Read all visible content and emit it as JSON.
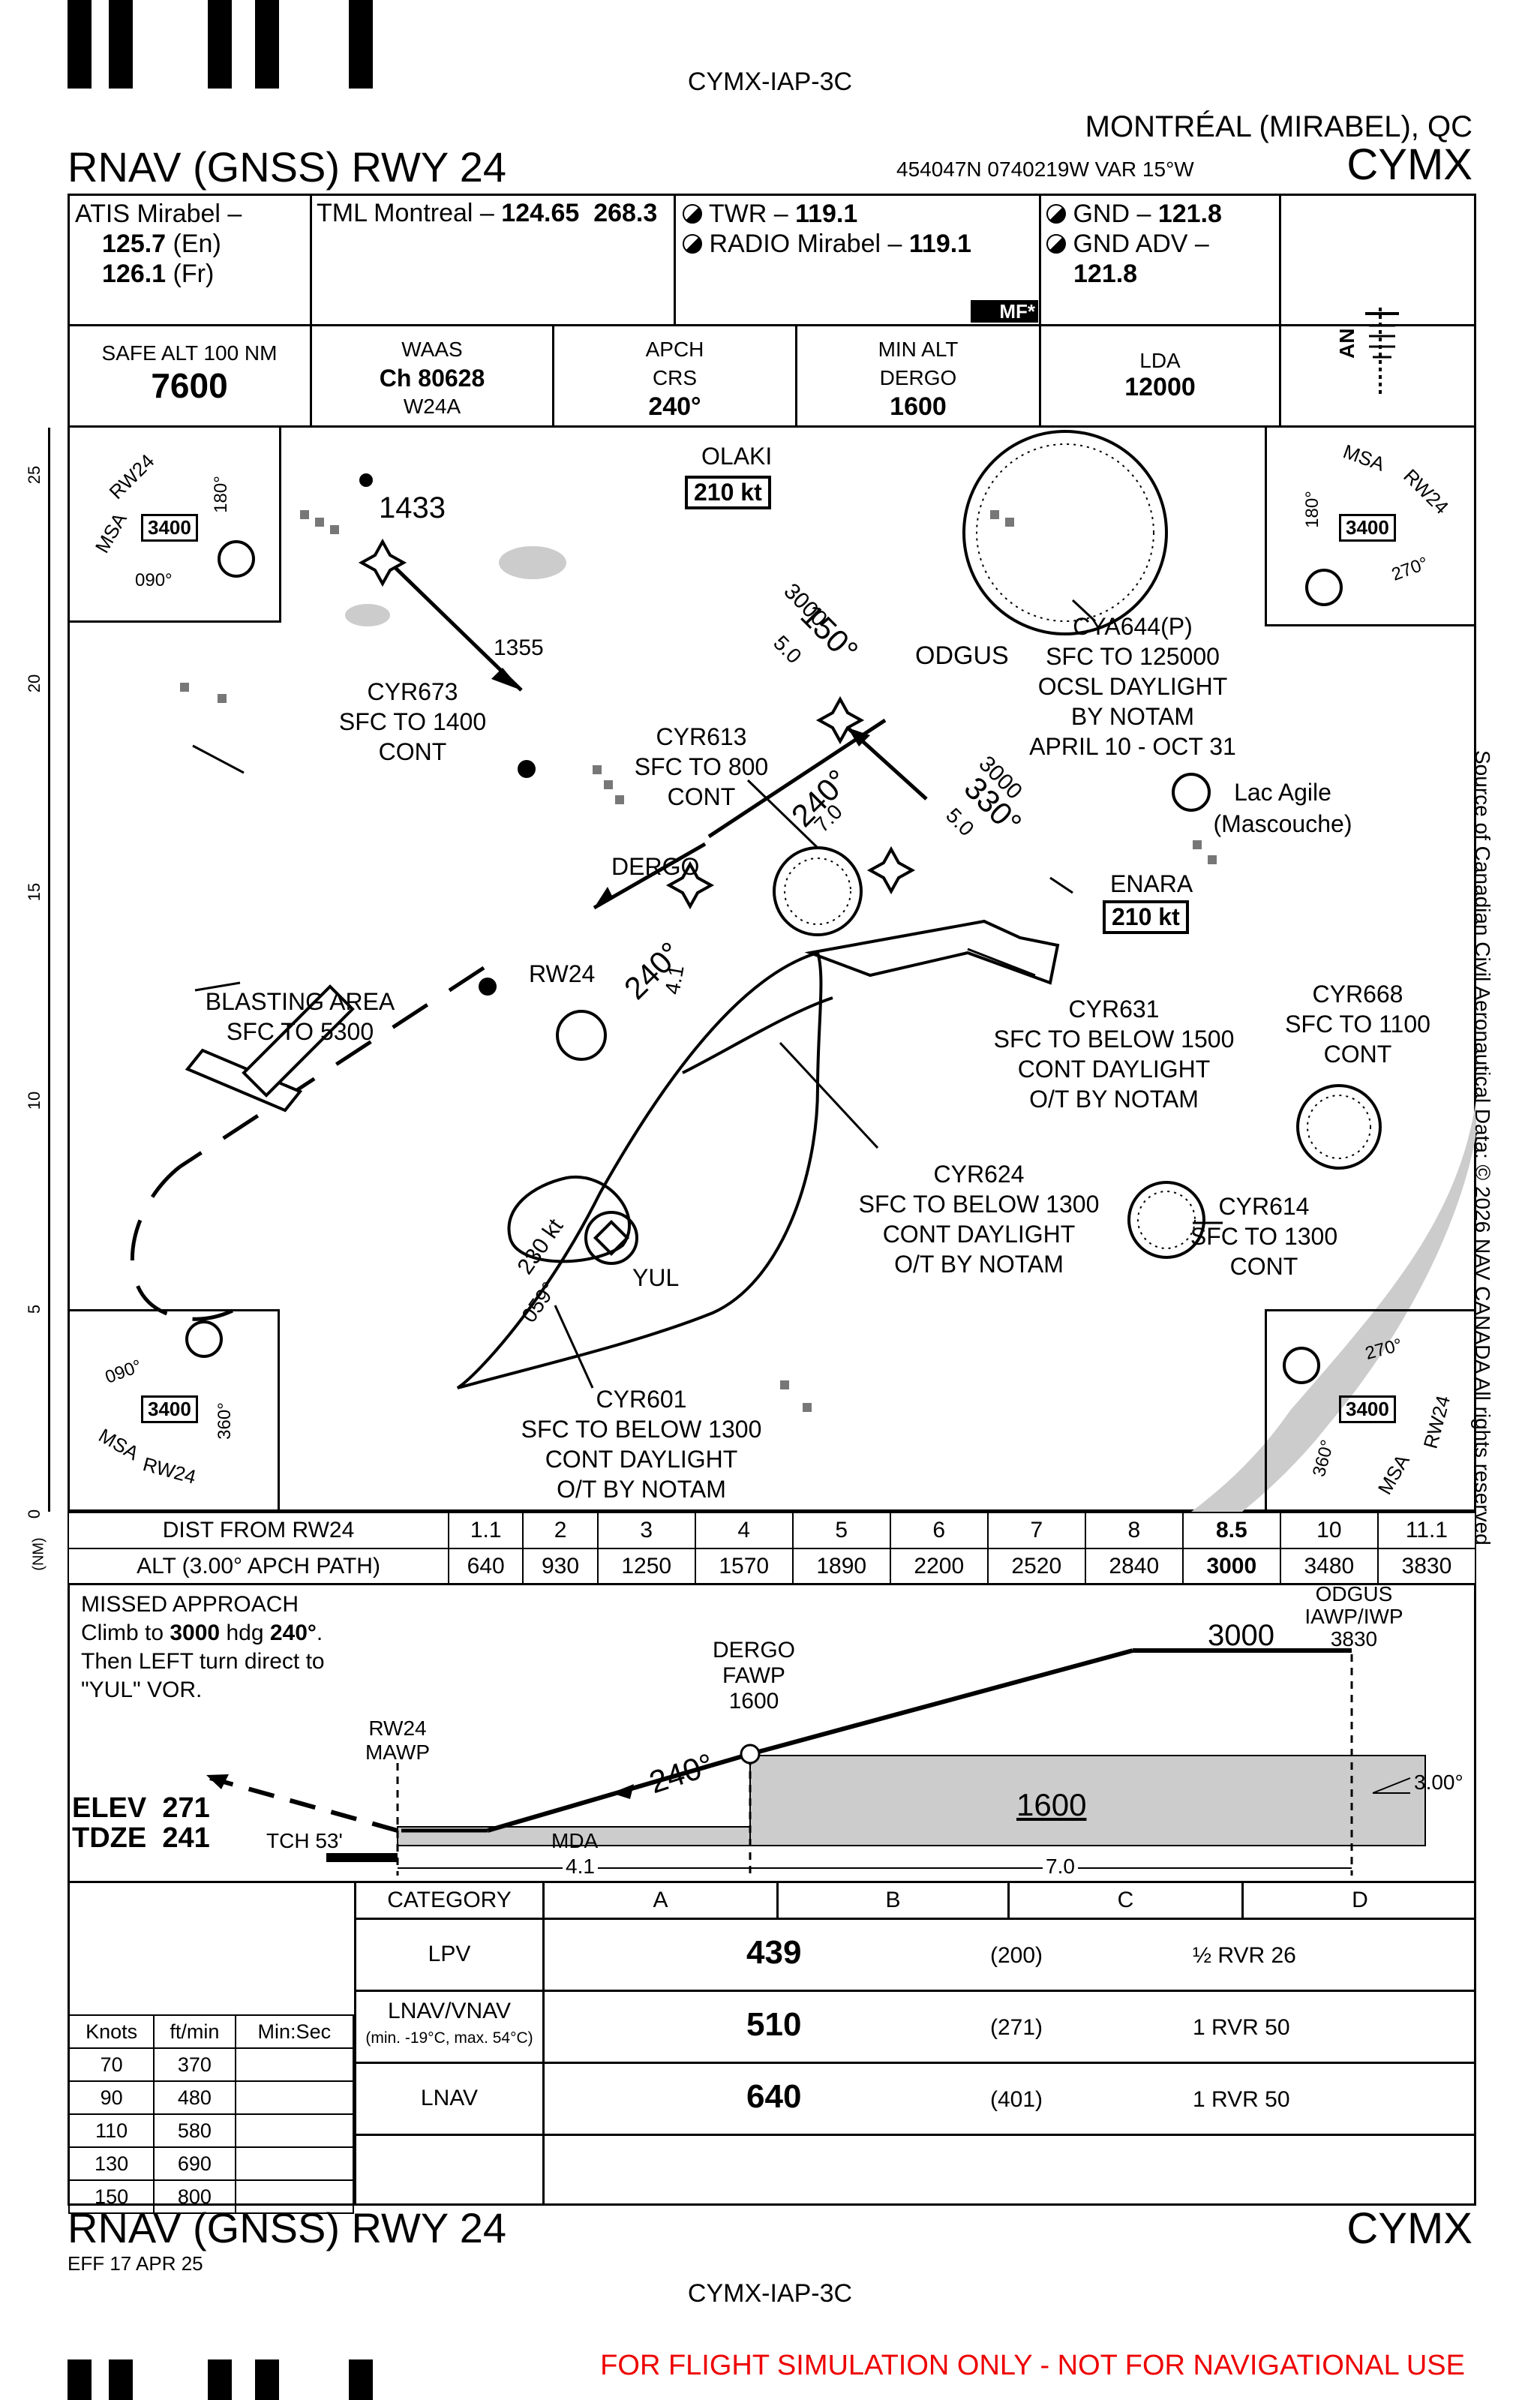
{
  "chart_id": "CYMX-IAP-3C",
  "location": "MONTRÉAL (MIRABEL), QC",
  "procedure": "RNAV (GNSS) RWY 24",
  "airport": "CYMX",
  "coords": "454047N  0740219W  VAR 15°W",
  "comms": {
    "atis_label": "ATIS Mirabel –",
    "atis_en": "125.7",
    "atis_en_lang": "(En)",
    "atis_fr": "126.1",
    "atis_fr_lang": "(Fr)",
    "tml_label": "TML Montreal –",
    "tml_freq1": "124.65",
    "tml_freq2": "268.3",
    "twr_label": "TWR –",
    "twr_freq": "119.1",
    "radio_label": "RADIO Mirabel –",
    "radio_freq": "119.1",
    "mf": "MF*",
    "gnd_label": "GND –",
    "gnd_freq": "121.8",
    "gnd_adv_label": "GND ADV –",
    "gnd_adv_freq": "121.8"
  },
  "briefing": {
    "safe_alt_label": "SAFE ALT 100 NM",
    "safe_alt": "7600",
    "waas_label": "WAAS",
    "waas_ch": "Ch 80628",
    "waas_id": "W24A",
    "apch_crs_label1": "APCH",
    "apch_crs_label2": "CRS",
    "apch_crs": "240°",
    "min_alt_label1": "MIN ALT",
    "min_alt_label2": "DERGO",
    "min_alt": "1600",
    "lda_label": "LDA",
    "lda": "12000",
    "lighting": "AN"
  },
  "plan": {
    "scale_ticks": [
      "25",
      "20",
      "15",
      "10",
      "5",
      "0"
    ],
    "scale_unit": "(NM)",
    "msa_label": "MSA",
    "msa_rw": "RW24",
    "msa_alt": "3400",
    "msa_deg_090": "090°",
    "msa_deg_180": "180°",
    "msa_deg_270": "270°",
    "msa_deg_360": "360°",
    "fixes": {
      "olaki": "OLAKI",
      "olaki_speed": "210 kt",
      "odgus": "ODGUS",
      "enara": "ENARA",
      "enara_speed": "210 kt",
      "dergo": "DERGO",
      "rw24": "RW24",
      "yul": "YUL"
    },
    "legs": {
      "olaki_alt": "3000",
      "olaki_crs": "150°",
      "olaki_dist": "5.0",
      "enara_alt": "3000",
      "enara_crs": "330°",
      "enara_dist": "5.0",
      "odgus_crs": "240°",
      "odgus_dist": "7.0",
      "dergo_crs": "240°",
      "dergo_dist": "4.1",
      "hold_speed": "230 kt",
      "hold_crs": "059°"
    },
    "spots": {
      "s1433": "1433",
      "s1355": "1355"
    },
    "airspace": {
      "cya644": [
        "CYA644(P)",
        "SFC TO 125000",
        "OCSL DAYLIGHT",
        "BY NOTAM",
        "APRIL 10 - OCT 31"
      ],
      "cyr673": [
        "CYR673",
        "SFC TO 1400",
        "CONT"
      ],
      "cyr613": [
        "CYR613",
        "SFC TO 800",
        "CONT"
      ],
      "cyr631": [
        "CYR631",
        "SFC TO BELOW 1500",
        "CONT DAYLIGHT",
        "O/T BY NOTAM"
      ],
      "cyr668": [
        "CYR668",
        "SFC TO 1100",
        "CONT"
      ],
      "cyr624": [
        "CYR624",
        "SFC TO BELOW 1300",
        "CONT DAYLIGHT",
        "O/T BY NOTAM"
      ],
      "cyr614": [
        "CYR614",
        "SFC TO 1300",
        "CONT"
      ],
      "cyr601": [
        "CYR601",
        "SFC TO BELOW 1300",
        "CONT DAYLIGHT",
        "O/T BY NOTAM"
      ],
      "blasting": [
        "BLASTING AREA",
        "SFC TO 5300"
      ]
    },
    "lac_agile": [
      "Lac Agile",
      "(Mascouche)"
    ],
    "source": "Source of Canadian Civil Aeronautical Data: © 2026 NAV CANADA All rights reserved"
  },
  "profile_table": {
    "dist_label": "DIST FROM RW24",
    "alt_label": "ALT (3.00° APCH PATH)",
    "dist": [
      "1.1",
      "2",
      "3",
      "4",
      "5",
      "6",
      "7",
      "8",
      "8.5",
      "10",
      "11.1"
    ],
    "alt": [
      "640",
      "930",
      "1250",
      "1570",
      "1890",
      "2200",
      "2520",
      "2840",
      "3000",
      "3480",
      "3830"
    ]
  },
  "missed": {
    "title": "MISSED APPROACH",
    "l1a": "Climb to ",
    "l1b": "3000",
    "l1c": " hdg ",
    "l1d": "240°",
    "l1e": ".",
    "l2": "Then LEFT turn direct to",
    "l3": "\"YUL\" VOR."
  },
  "profile": {
    "elev_label": "ELEV",
    "elev": "271",
    "tdze_label": "TDZE",
    "tdze": "241",
    "tch": "TCH 53'",
    "rw24": "RW24",
    "mawp": "MAWP",
    "dergo": "DERGO",
    "fawp": "FAWP",
    "dergo_alt": "1600",
    "odgus": "ODGUS",
    "iawp": "IAWP/IWP",
    "odgus_alt": "3830",
    "alt_3000": "3000",
    "crs": "240°",
    "mda": "MDA",
    "seg_1600": "1600",
    "gp": "3.00°",
    "d1": "4.1",
    "d2": "7.0"
  },
  "minima": {
    "category_label": "CATEGORY",
    "categories": [
      "A",
      "B",
      "C",
      "D"
    ],
    "rows": [
      {
        "name": "LPV",
        "sub": "",
        "alt": "439",
        "hat": "(200)",
        "vis": "½ RVR 26"
      },
      {
        "name": "LNAV/VNAV",
        "sub": "(min. -19°C, max. 54°C)",
        "alt": "510",
        "hat": "(271)",
        "vis": "1 RVR 50"
      },
      {
        "name": "LNAV",
        "sub": "",
        "alt": "640",
        "hat": "(401)",
        "vis": "1 RVR 50"
      }
    ]
  },
  "speed_table": {
    "headers": [
      "Knots",
      "ft/min",
      "Min:Sec"
    ],
    "rows": [
      [
        "70",
        "370",
        ""
      ],
      [
        "90",
        "480",
        ""
      ],
      [
        "110",
        "580",
        ""
      ],
      [
        "130",
        "690",
        ""
      ],
      [
        "150",
        "800",
        ""
      ]
    ]
  },
  "footer": {
    "procedure": "RNAV (GNSS) RWY 24",
    "airport": "CYMX",
    "eff": "EFF 17 APR 25",
    "chart_id": "CYMX-IAP-3C",
    "disclaimer": "FOR FLIGHT SIMULATION ONLY - NOT FOR NAVIGATIONAL USE"
  }
}
